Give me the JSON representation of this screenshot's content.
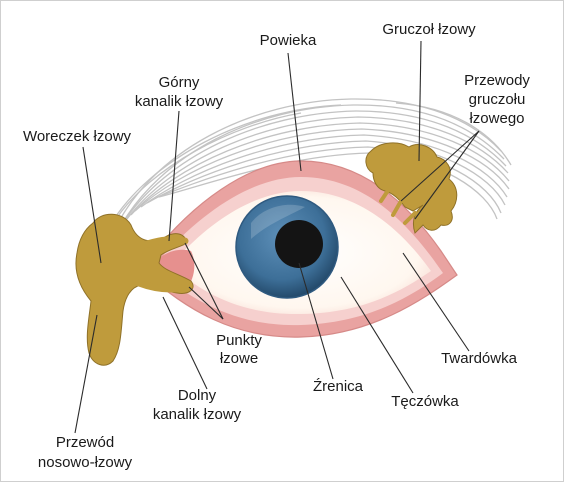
{
  "colors": {
    "background": "#ffffff",
    "lid": "#e9a3a1",
    "lid_inner": "#f6d0ce",
    "sclera": "#fffaf4",
    "iris": "#3d6f98",
    "iris_dark": "#244a6b",
    "pupil": "#141414",
    "gland": "#bf9b3c",
    "gland_dark": "#8f7128",
    "brow": "#b9b9b9",
    "leader": "#2b2b2b",
    "text": "#1a1a1a"
  },
  "labels": {
    "eyelid": "Powieka",
    "lacrimal_gland": "Gruczoł łzowy",
    "gland_ducts": [
      "Przewody",
      "gruczołu",
      "łzowego"
    ],
    "upper_canaliculus": [
      "Górny",
      "kanalik łzowy"
    ],
    "lacrimal_sac": "Woreczek łzowy",
    "lacrimal_puncta": [
      "Punkty",
      "łzowe"
    ],
    "sclera": "Twardówka",
    "pupil": "Źrenica",
    "iris": "Tęczówka",
    "lower_canaliculus": [
      "Dolny",
      "kanalik łzowy"
    ],
    "nasolacrimal_duct": [
      "Przewód",
      "nosowo-łzowy"
    ]
  }
}
